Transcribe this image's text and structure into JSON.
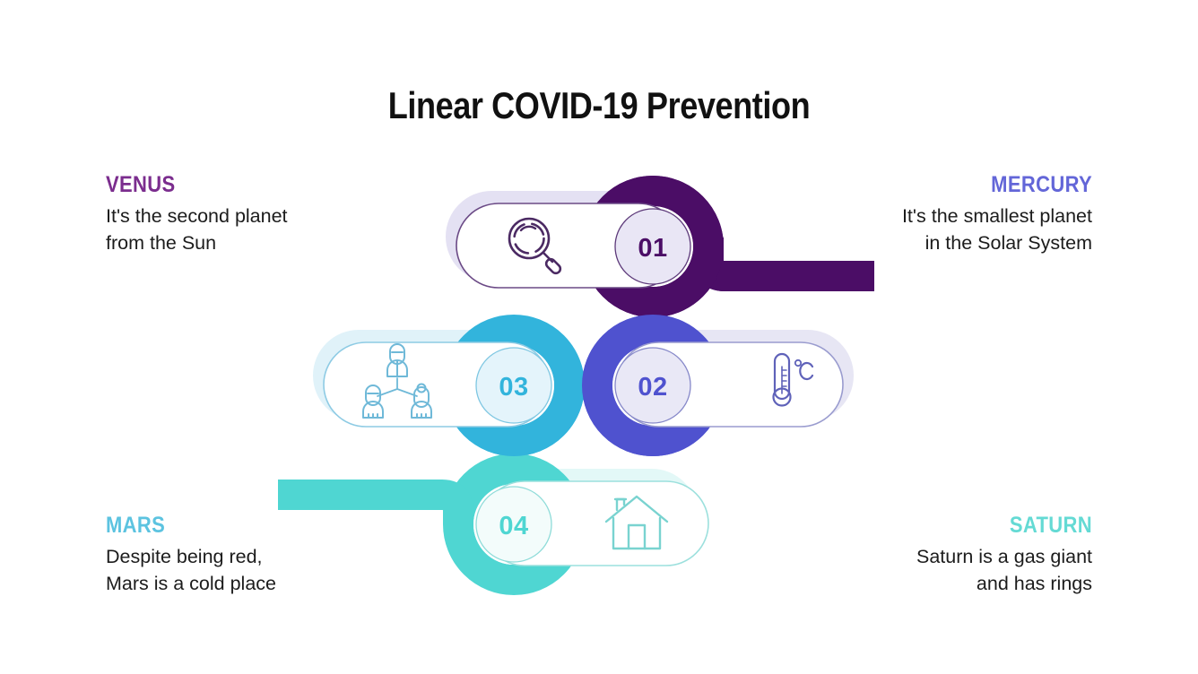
{
  "page": {
    "title": "Linear COVID-19 Prevention",
    "background": "#ffffff"
  },
  "palette": {
    "step1": "#4b0d66",
    "step1_light": "#e4e1f3",
    "step1_chip": "#eceaf6",
    "step2": "#4f52cf",
    "step2_light": "#e8e8f5",
    "step2_chip": "#e7e6f4",
    "step3": "#32b4dc",
    "step3_light": "#e3f4fa",
    "step3_chip": "#e2f3fa",
    "step4": "#4fd6d2",
    "step4_light": "#e4f8f8",
    "step4_chip": "#e6f9f8",
    "text": "#1c1c1c",
    "title": "#111111"
  },
  "blocks": [
    {
      "id": "venus",
      "heading": "VENUS",
      "heading_color": "#7b2d8e",
      "body": "It's the second planet\nfrom the Sun",
      "align": "left"
    },
    {
      "id": "mercury",
      "heading": "MERCURY",
      "heading_color": "#6366d8",
      "body": "It's the smallest planet\nin the Solar System",
      "align": "right"
    },
    {
      "id": "mars",
      "heading": "MARS",
      "heading_color": "#5cc3e0",
      "body": "Despite being red,\nMars is a cold place",
      "align": "left"
    },
    {
      "id": "saturn",
      "heading": "SATURN",
      "heading_color": "#64dad4",
      "body": "Saturn is a gas giant\nand has rings",
      "align": "right"
    }
  ],
  "steps": [
    {
      "number": "01",
      "icon": "magnifier-icon",
      "color": "#4b0d66",
      "chip_fill": "#eceaf6",
      "number_fill": "#e9e6f5",
      "icon_side": "left",
      "linked_block": "venus"
    },
    {
      "number": "02",
      "icon": "thermometer-icon",
      "color": "#4f52cf",
      "chip_fill": "#e7e6f4",
      "number_fill": "#e9e8f6",
      "icon_side": "right",
      "linked_block": "mercury"
    },
    {
      "number": "03",
      "icon": "people-group-icon",
      "color": "#32b4dc",
      "chip_fill": "#e2f3fa",
      "number_fill": "#e4f4fb",
      "icon_side": "left",
      "linked_block": "saturn"
    },
    {
      "number": "04",
      "icon": "house-icon",
      "color": "#4fd6d2",
      "chip_fill": "#e6f9f8",
      "number_fill": "#f0fbfa",
      "icon_side": "right",
      "linked_block": "mars"
    }
  ]
}
